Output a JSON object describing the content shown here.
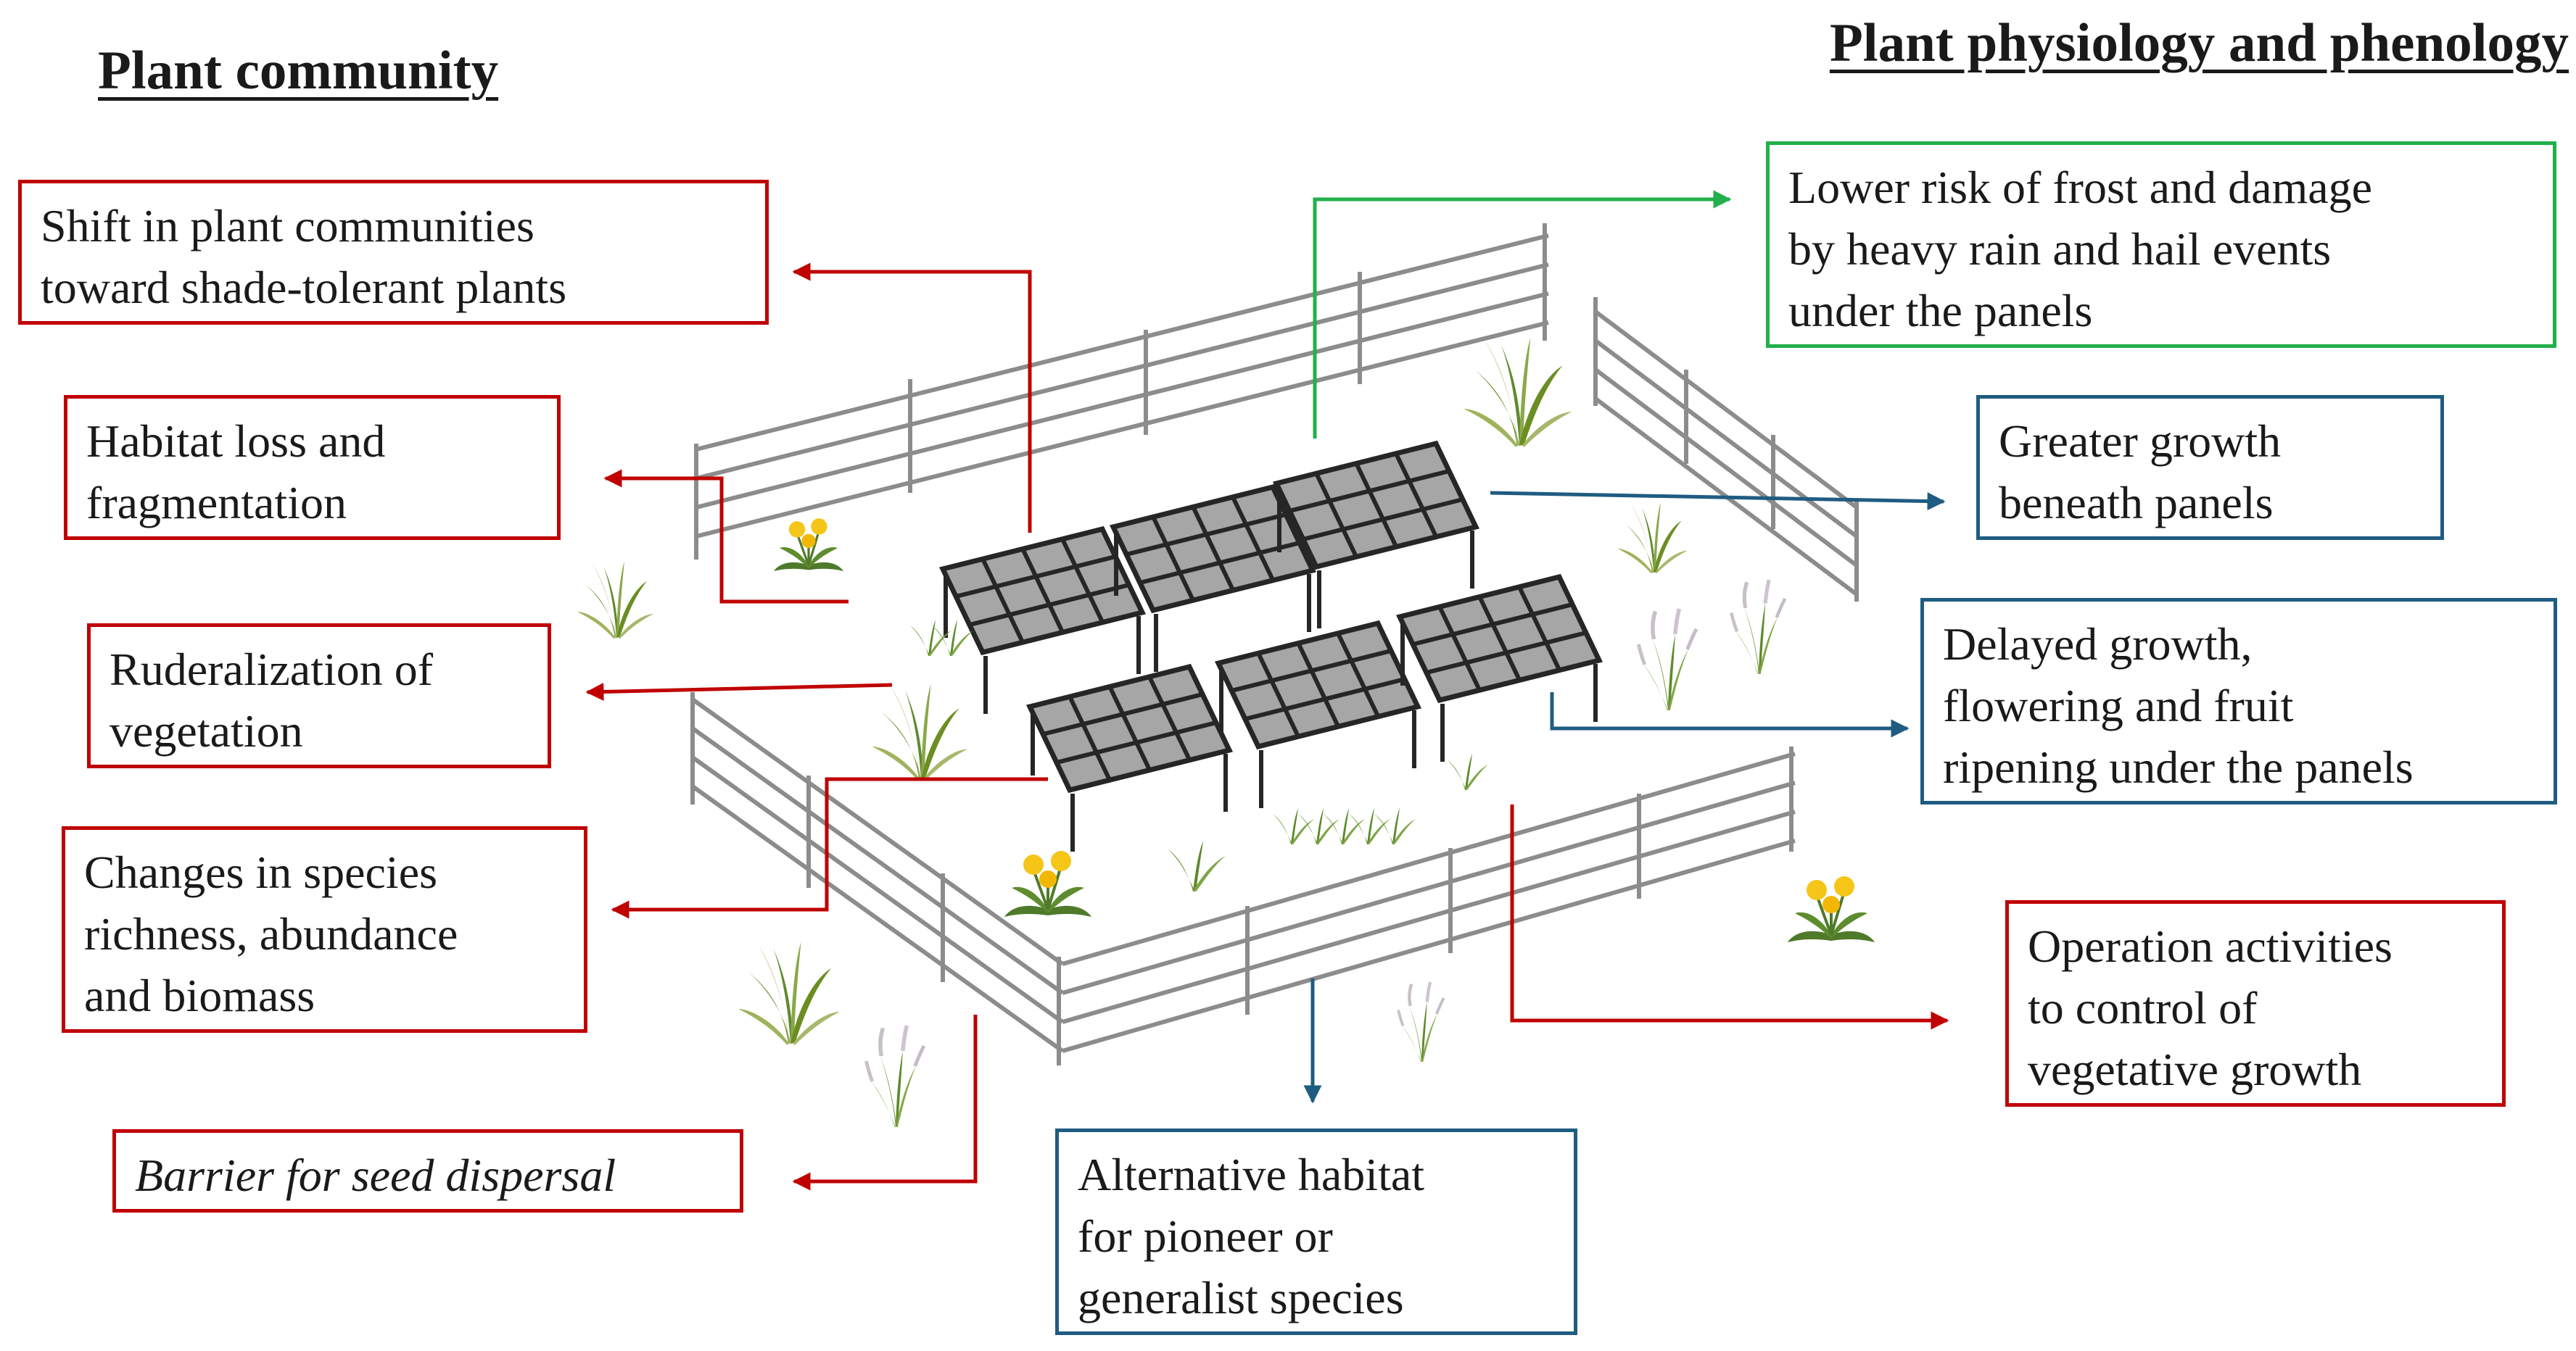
{
  "headings": {
    "left": "Plant community",
    "right": "Plant physiology and phenology"
  },
  "boxes": {
    "shift": "Shift in plant communities\ntoward shade-tolerant plants",
    "habitat_loss": "Habitat loss and\nfragmentation",
    "ruderalization": "Ruderalization of\nvegetation",
    "species_changes": "Changes in species\nrichness, abundance\nand biomass",
    "seed_barrier": "Barrier for seed dispersal",
    "alternative_habitat": "Alternative habitat\nfor pioneer or\ngeneralist species",
    "frost": "Lower risk of frost and damage\nby heavy rain and hail events\nunder the panels",
    "greater_growth": "Greater growth\nbeneath panels",
    "delayed_growth": "Delayed growth,\nflowering and fruit\nripening under the panels",
    "operation": "Operation activities\nto control of\nvegetative growth"
  },
  "colors": {
    "negative_effect": "#c00000",
    "phenology_effect": "#1f5c82",
    "positive_effect": "#21b04b",
    "panel_fill": "#a6a6a6",
    "panel_frame": "#262626",
    "fence": "#8c8c8c",
    "grass": "#6b8e23",
    "flower": "#f5c518"
  },
  "icons": [
    "solar-panel-icon",
    "fence-icon",
    "grass-tuft-icon",
    "dandelion-icon",
    "flowering-grass-icon"
  ]
}
